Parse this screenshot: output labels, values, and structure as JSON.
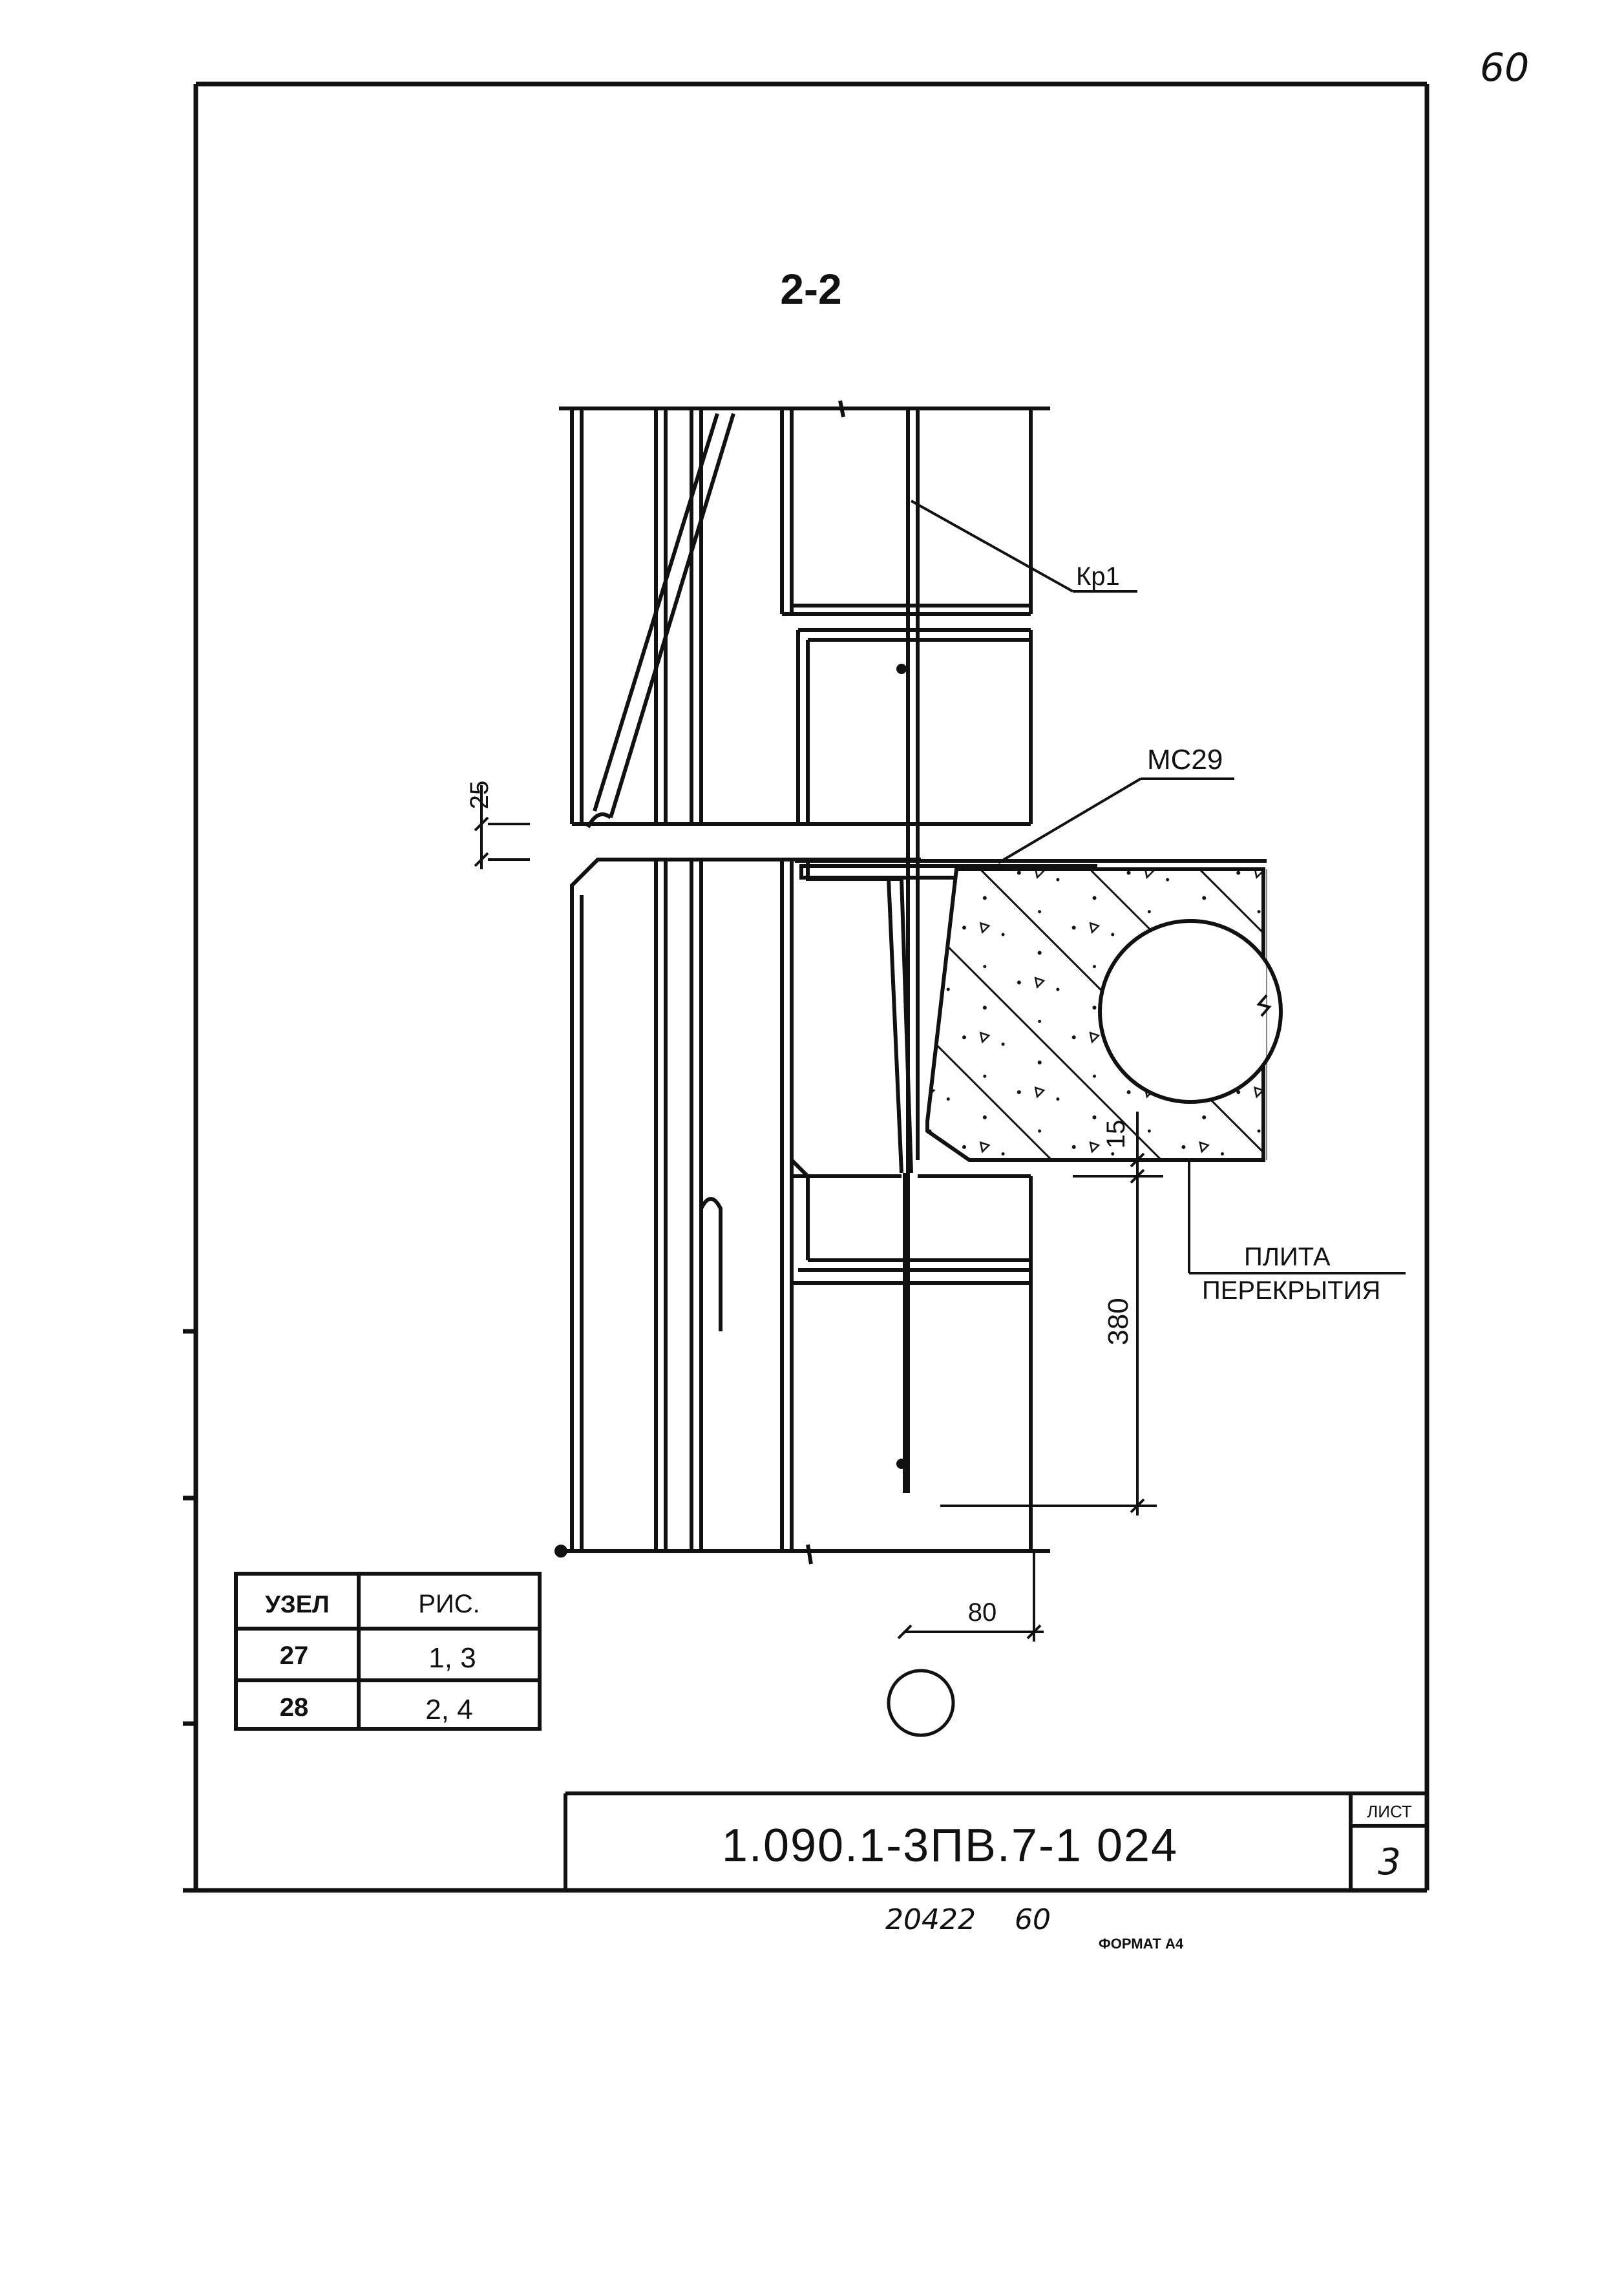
{
  "sheet_number_handwritten": "60",
  "section_title": "2-2",
  "callouts": {
    "kr1": "Кр1",
    "mc29": "МС29",
    "slab_line1": "ПЛИТА",
    "slab_line2": "ПЕРЕКРЫТИЯ"
  },
  "dimensions": {
    "gap": "25",
    "cover": "15",
    "depth": "380",
    "offset": "80"
  },
  "node_table": {
    "headers": [
      "УЗЕЛ",
      "РИС."
    ],
    "rows": [
      [
        "27",
        "1, 3"
      ],
      [
        "28",
        "2, 4"
      ]
    ]
  },
  "title_block": {
    "designation": "1.090.1-3ПВ.7-1 024",
    "sheet_label": "ЛИСТ",
    "sheet_value": "3"
  },
  "footer": {
    "archive_number": "20422",
    "archive_page": "60",
    "format_label": "ФОРМАТ А4"
  },
  "colors": {
    "ink": "#111111",
    "paper": "#ffffff"
  }
}
